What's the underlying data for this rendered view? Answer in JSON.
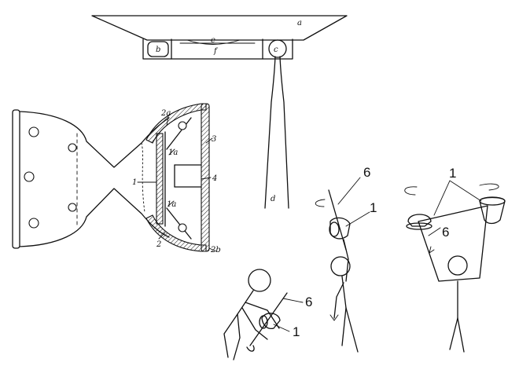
{
  "funnel_figure": {
    "labels": {
      "a": "a",
      "b": "b",
      "c": "c",
      "d": "d",
      "e": "e",
      "f": "f"
    }
  },
  "hourglass_figure": {
    "labels": {
      "p1": "1",
      "p1a_top": "1a",
      "p1a_bottom": "1a",
      "p2": "2",
      "p2a": "2a",
      "p2b": "2b",
      "p3": "3",
      "p4": "4"
    }
  },
  "person_left": {
    "labels": {
      "n6": "6",
      "n1": "1"
    }
  },
  "person_middle": {
    "labels": {
      "n6": "6",
      "n1": "1"
    }
  },
  "person_right": {
    "labels": {
      "n1": "1",
      "n6": "6"
    }
  }
}
